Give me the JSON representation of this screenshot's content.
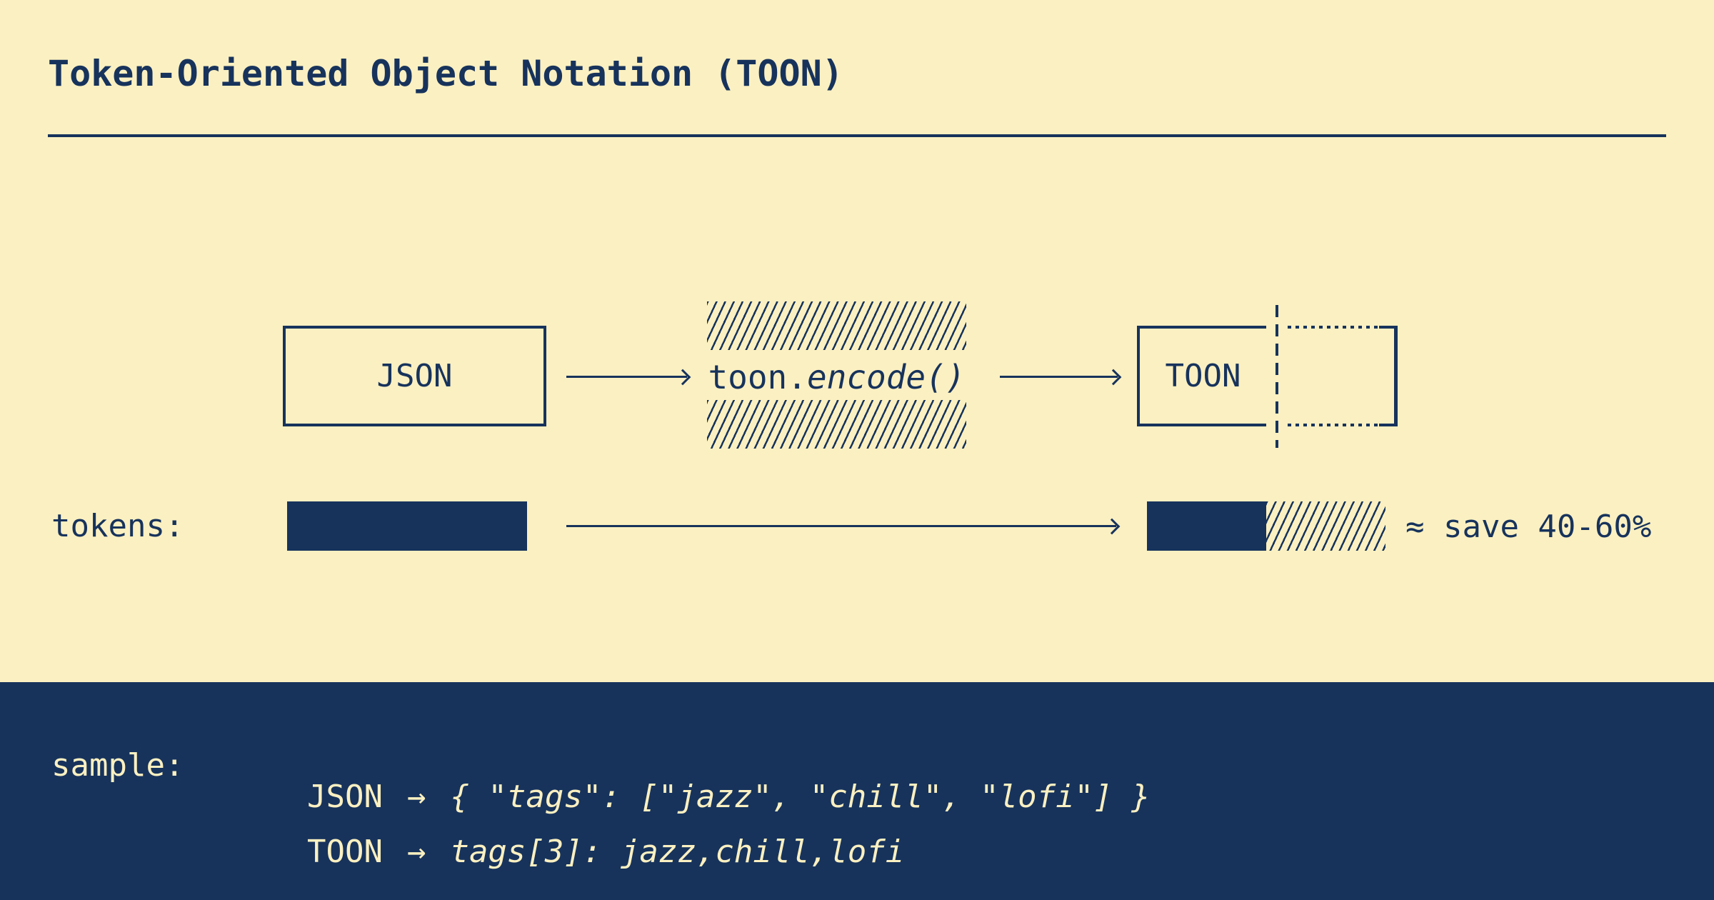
{
  "colors": {
    "navy": "#17335C",
    "cream": "#FBF0C1"
  },
  "header": {
    "title": "Token-Oriented Object Notation (TOON)"
  },
  "flow": {
    "json_label": "JSON",
    "encode_prefix": "toon.",
    "encode_call": "encode()",
    "toon_label": "TOON"
  },
  "tokens": {
    "label": "tokens:",
    "savings_note": "≈ save 40-60%"
  },
  "sample": {
    "label": "sample:",
    "rows": [
      {
        "format": "JSON",
        "arrow": "→",
        "code": "{ \"tags\": [\"jazz\", \"chill\", \"lofi\"] }"
      },
      {
        "format": "TOON",
        "arrow": "→",
        "code": "tags[3]: jazz,chill,lofi"
      }
    ]
  }
}
